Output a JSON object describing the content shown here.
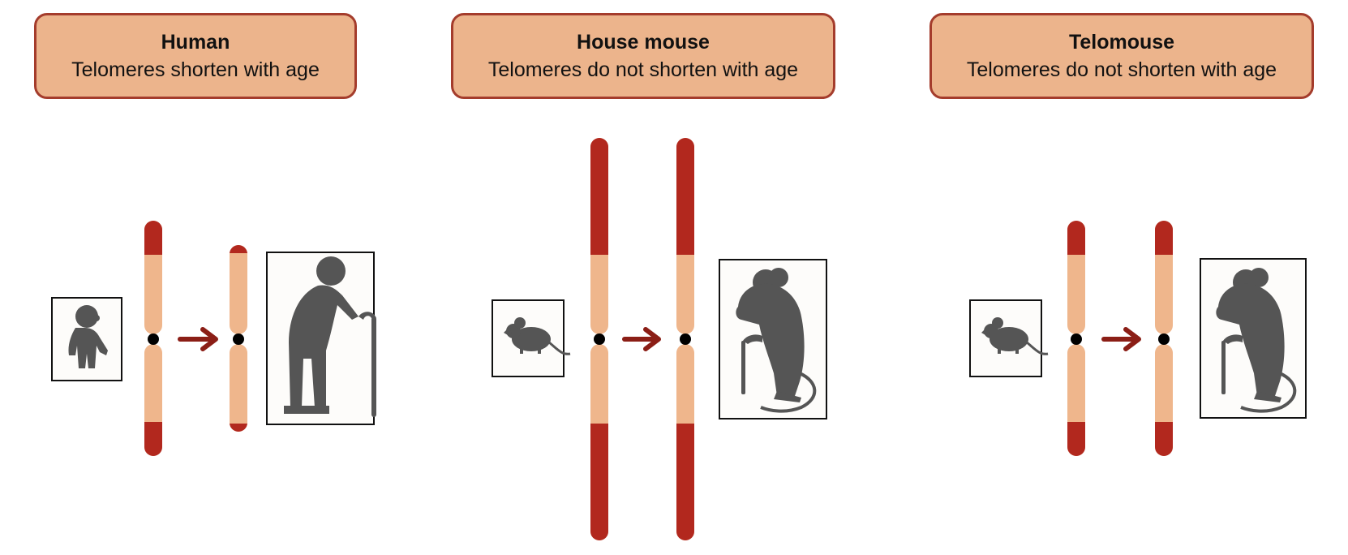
{
  "colors": {
    "header_fill": "#ecb48c",
    "header_border": "#a43c2c",
    "telomere": "#b2281e",
    "chromosome_arm": "#efb68c",
    "arrow": "#8b1e16",
    "silhouette": "#555555",
    "centromere": "#000000"
  },
  "panels": [
    {
      "title": "Human",
      "subtitle": "Telomeres shorten with age",
      "young_icon": "baby-icon",
      "old_icon": "elderly-person-with-cane-icon",
      "telomere_before": "long",
      "telomere_after": "short"
    },
    {
      "title": "House mouse",
      "subtitle": "Telomeres do not shorten with age",
      "young_icon": "mouse-icon",
      "old_icon": "elderly-mouse-with-cane-icon",
      "telomere_before": "very long",
      "telomere_after": "very long"
    },
    {
      "title": "Telomouse",
      "subtitle": "Telomeres do not shorten with age",
      "young_icon": "mouse-icon",
      "old_icon": "elderly-mouse-with-cane-icon",
      "telomere_before": "long",
      "telomere_after": "long"
    }
  ]
}
